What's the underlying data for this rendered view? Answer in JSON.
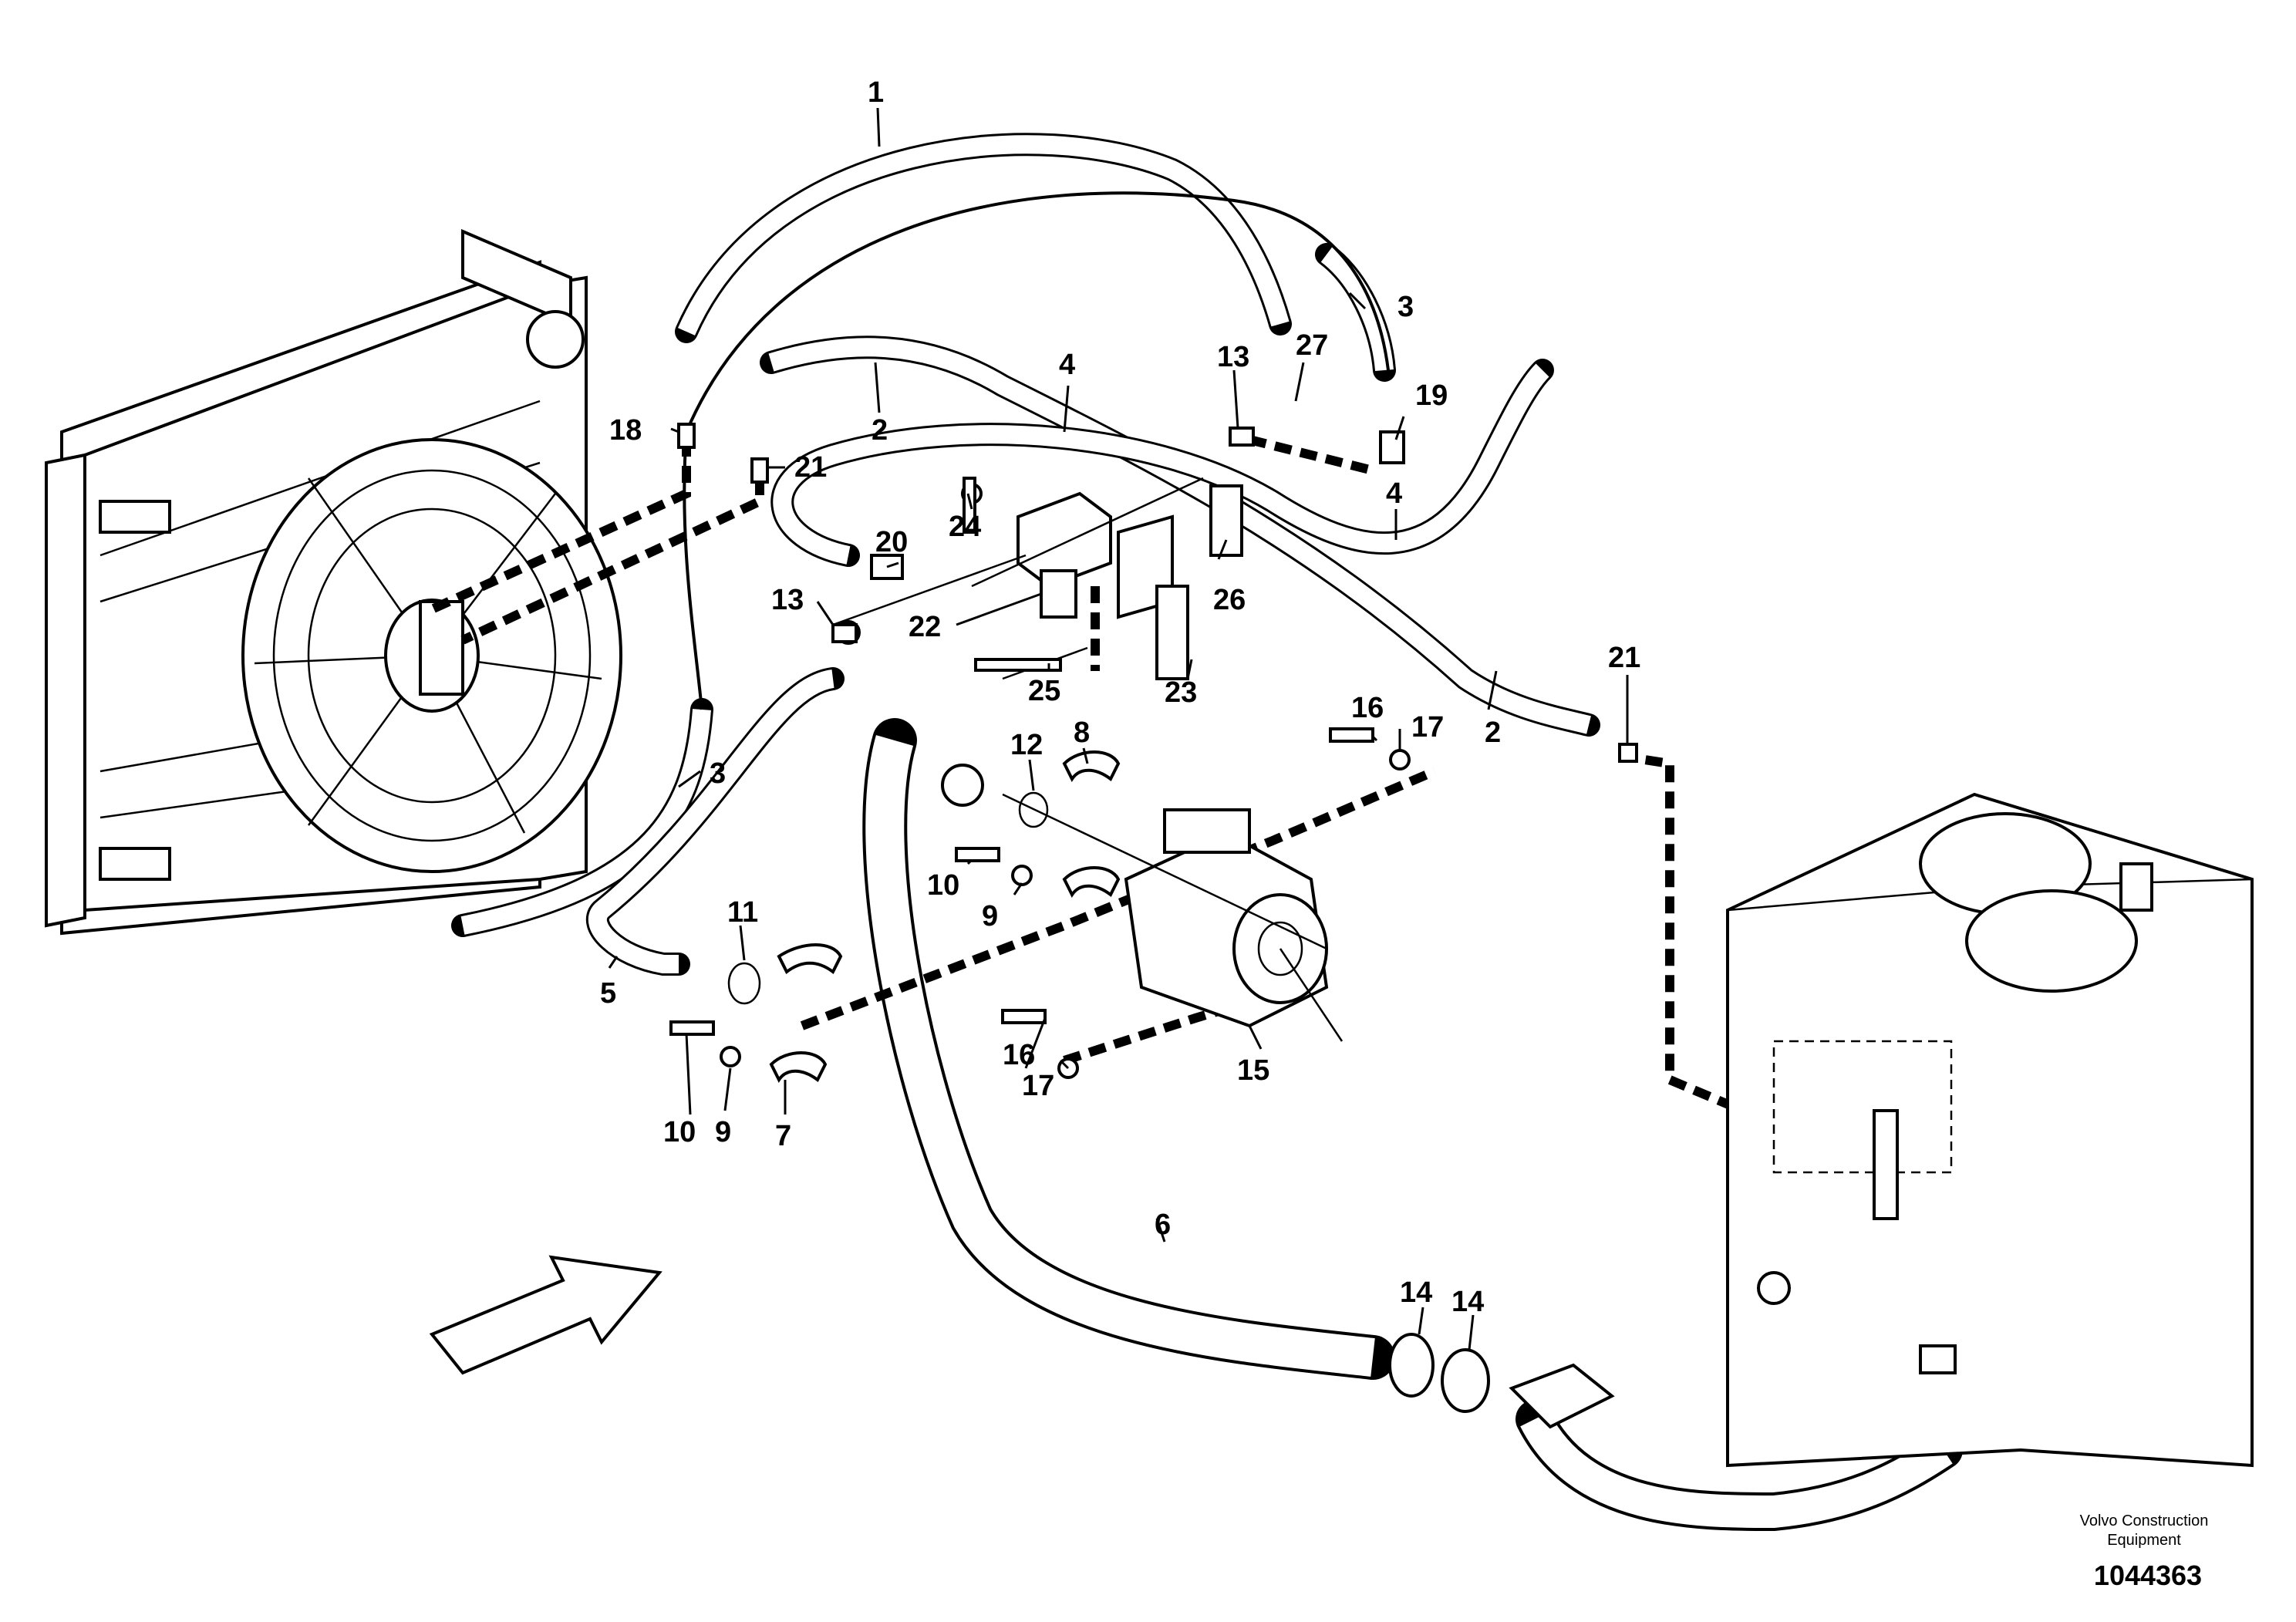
{
  "callouts": [
    {
      "label": "1"
    },
    {
      "label": "2"
    },
    {
      "label": "2"
    },
    {
      "label": "3"
    },
    {
      "label": "3"
    },
    {
      "label": "4"
    },
    {
      "label": "4"
    },
    {
      "label": "5"
    },
    {
      "label": "6"
    },
    {
      "label": "7"
    },
    {
      "label": "8"
    },
    {
      "label": "9"
    },
    {
      "label": "9"
    },
    {
      "label": "10"
    },
    {
      "label": "10"
    },
    {
      "label": "11"
    },
    {
      "label": "12"
    },
    {
      "label": "13"
    },
    {
      "label": "13"
    },
    {
      "label": "14"
    },
    {
      "label": "14"
    },
    {
      "label": "15"
    },
    {
      "label": "16"
    },
    {
      "label": "16"
    },
    {
      "label": "17"
    },
    {
      "label": "17"
    },
    {
      "label": "18"
    },
    {
      "label": "19"
    },
    {
      "label": "20"
    },
    {
      "label": "21"
    },
    {
      "label": "21"
    },
    {
      "label": "22"
    },
    {
      "label": "23"
    },
    {
      "label": "24"
    },
    {
      "label": "25"
    },
    {
      "label": "26"
    },
    {
      "label": "27"
    }
  ],
  "footer": {
    "brand_line1": "Volvo Construction",
    "brand_line2": "Equipment",
    "drawing_number": "1044363"
  }
}
